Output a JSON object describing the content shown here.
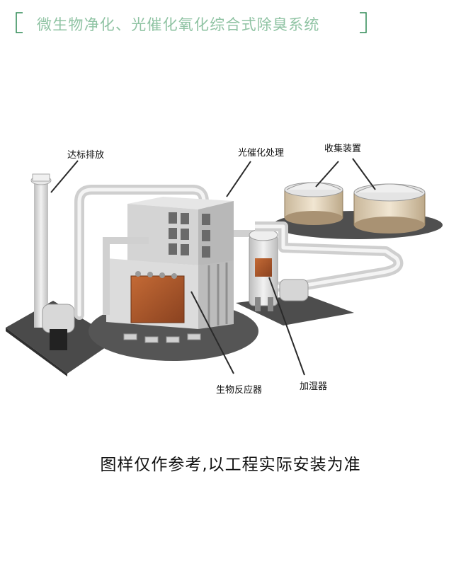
{
  "header": {
    "title": "微生物净化、光催化氧化综合式除臭系统"
  },
  "labels": {
    "stack": "达标排放",
    "photocatalysis": "光催化处理",
    "collector": "收集装置",
    "bioreactor": "生物反应器",
    "humidifier": "加湿器"
  },
  "footer": {
    "note": "图样仅作参考,以工程实际安装为准"
  },
  "colors": {
    "title_text": "#8fc3a3",
    "frame": "#2e8a55",
    "base": "#4a4a4a",
    "media": "#a9582b",
    "pipe": "#dcdcdc"
  }
}
